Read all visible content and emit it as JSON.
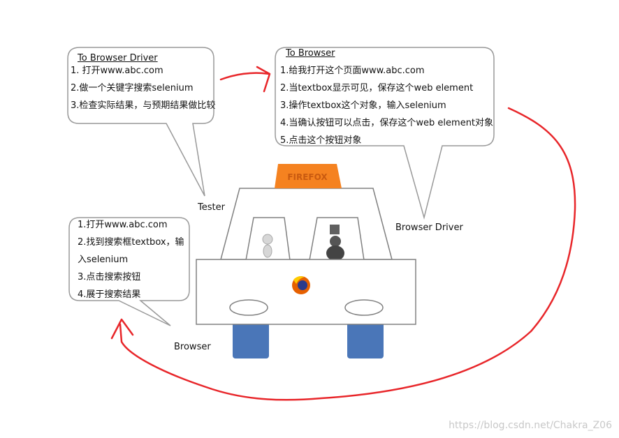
{
  "bubbles": {
    "tester": {
      "header": "To Browser Driver",
      "lines": [
        "1. 打开www.abc.com",
        "2.做一个关键字搜索selenium",
        "3.检查实际结果，与预期结果做比较"
      ]
    },
    "driver": {
      "header": "To Browser",
      "lines": [
        "1.给我打开这个页面www.abc.com",
        "2.当textbox显示可见，保存这个web element",
        "3.操作textbox这个对象，输入selenium",
        "4.当确认按钮可以点击，保存这个web element对象",
        "5.点击这个按钮对象"
      ]
    },
    "browser": {
      "lines": [
        "1.打开www.abc.com",
        "2.找到搜索框textbox，输",
        "入selenium",
        "3.点击搜索按钮",
        "4.展于搜索结果"
      ]
    }
  },
  "labels": {
    "tester": "Tester",
    "browser_driver": "Browser Driver",
    "browser": "Browser",
    "roof_sign": "FIREFOX"
  },
  "watermark": "https://blog.csdn.net/Chakra_Z06",
  "colors": {
    "annotation": "#e8262a",
    "roof_sign": "#f58220",
    "wheels": "#4a76b8",
    "outline": "#808080"
  }
}
